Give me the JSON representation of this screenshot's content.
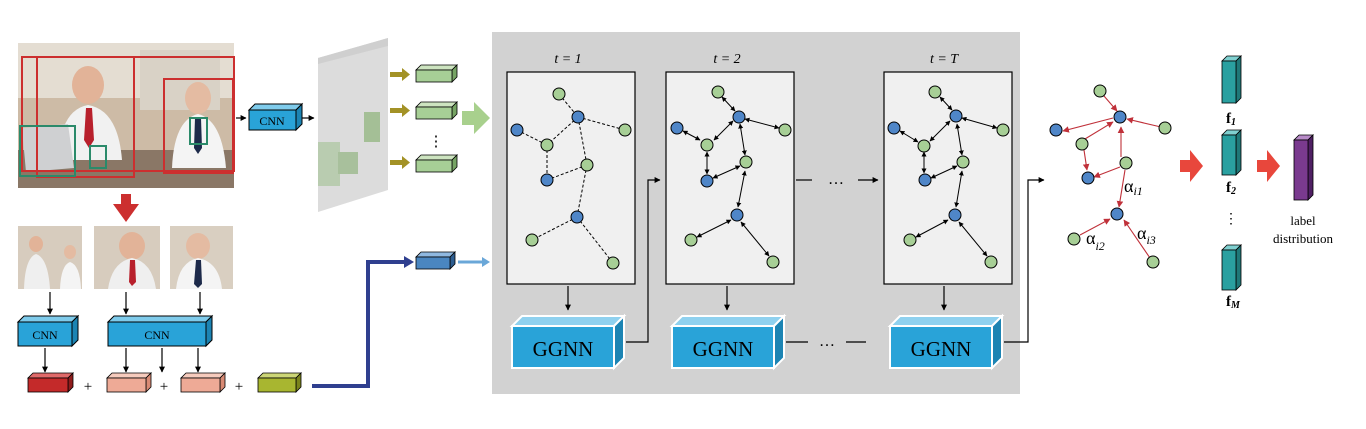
{
  "colors": {
    "cnn_blue": "#29a3d8",
    "feature_green": "#a7cf96",
    "node_green": "#a7cf96",
    "node_blue": "#4f86c8",
    "edge_red": "#c0313a",
    "panel_gray": "#d2d2d2",
    "arrow_red": "#e8473c",
    "arrow_olive": "#a39226",
    "arrow_lightgreen": "#a8d08d",
    "arrow_darkblue": "#2f3f8f",
    "arrow_lightblue": "#6aa7d8",
    "feature_red": "#c42a2a",
    "feature_salmon": "#eeaa96",
    "feature_olive": "#a8b630",
    "feature_teal": "#2aa0a0",
    "feature_purple": "#7a3a8f",
    "feature_steelblue": "#4a86c0"
  },
  "labels": {
    "cnn_top": "CNN",
    "cnn_left": "CNN",
    "cnn_wide": "CNN",
    "vdots_features": "⋮",
    "plus": "+",
    "hdots": "…",
    "ggnn": "GGNN",
    "t1": "t = 1",
    "t2": "t = 2",
    "tT": "t = T",
    "alpha_i1": "α",
    "alpha_i1_sub": "i1",
    "alpha_i2": "α",
    "alpha_i2_sub": "i2",
    "alpha_i3": "α",
    "alpha_i3_sub": "i3",
    "f1": "f",
    "f1_sub": "1",
    "f2": "f",
    "f2_sub": "2",
    "fvdots": "⋮",
    "fM": "f",
    "fM_sub": "M",
    "label_line1": "label",
    "label_line2": "distribution"
  }
}
